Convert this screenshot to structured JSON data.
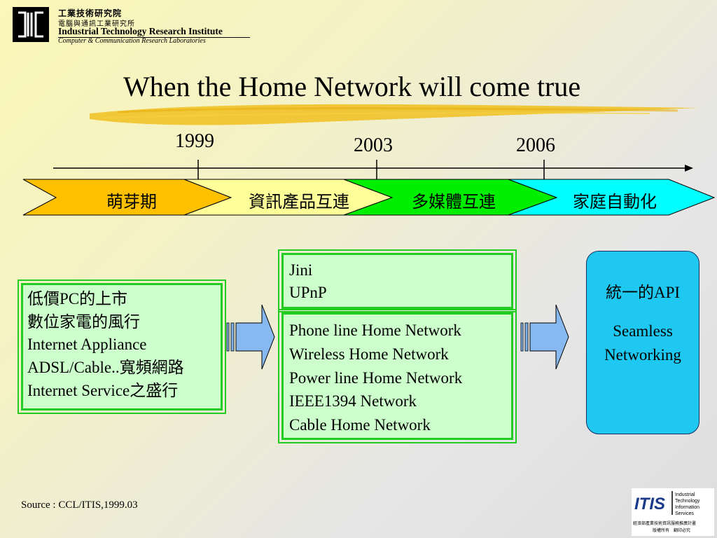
{
  "header": {
    "org_zh": "工業技術研究院",
    "org_sub_zh": "電腦與通訊工業研究所",
    "org_en": "Industrial Technology Research Institute",
    "org_lab_en": "Computer & Communication Research Laboratories"
  },
  "title": "When the Home Network will come true",
  "timeline": {
    "years": [
      "1999",
      "2003",
      "2006"
    ],
    "stages": [
      {
        "label": "萌芽期",
        "color": "#ffc000"
      },
      {
        "label": "資訊產品互連",
        "color": "#ffff99"
      },
      {
        "label": "多媒體互連",
        "color": "#00ee00"
      },
      {
        "label": "家庭自動化",
        "color": "#00ffff"
      }
    ]
  },
  "drivers": {
    "lines": [
      "低價PC的上市",
      "數位家電的風行",
      "Internet Appliance",
      "ADSL/Cable..寬頻網路",
      "Internet Service之盛行"
    ]
  },
  "technologies": {
    "middleware": [
      "Jini",
      "UPnP"
    ],
    "networks": [
      "Phone line Home Network",
      "Wireless Home Network",
      "Power line Home Network",
      "IEEE1394 Network",
      "Cable Home Network"
    ]
  },
  "result": {
    "line1": "統一的API",
    "line2": "Seamless",
    "line3": "Networking",
    "color": "#1ec8f0"
  },
  "source": "Source : CCL/ITIS,1999.03",
  "footer_logo": {
    "mark": "ITIS",
    "words": [
      "Industrial",
      "Technology",
      "Information",
      "Services"
    ],
    "caption_zh_1": "經濟部產業技術資訊服務推廣計畫",
    "caption_zh_2": "版權所有　翻印必究"
  }
}
